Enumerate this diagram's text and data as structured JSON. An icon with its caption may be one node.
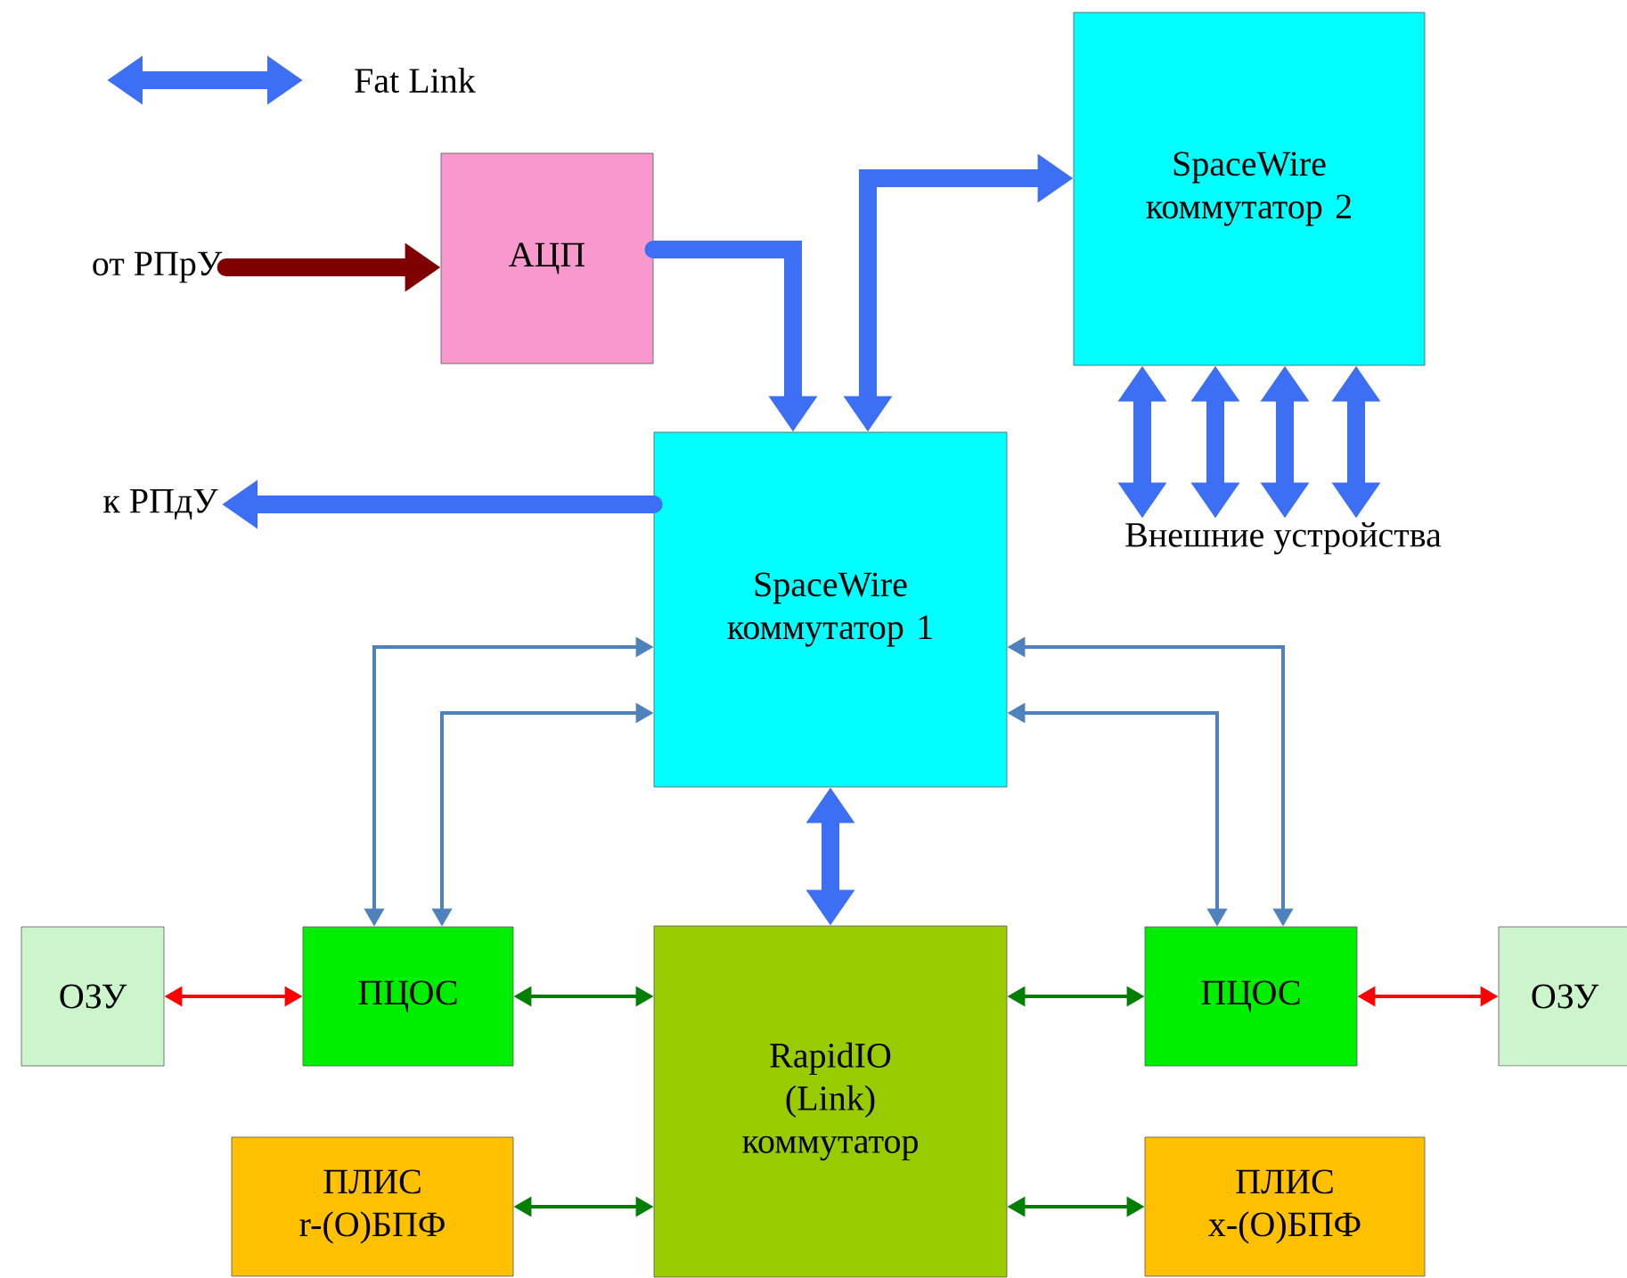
{
  "diagram": {
    "nodes": [
      {
        "text": [
          "АЦП"
        ]
      },
      {
        "text": [
          "SpaceWire коммутатор 2"
        ]
      },
      {
        "text": [
          "SpaceWire коммутатор 1"
        ]
      },
      {
        "text": [
          "ОЗУ"
        ]
      },
      {
        "text": [
          "ПЦОС"
        ]
      },
      {
        "text": [
          "RapidIO (Link) коммутатор"
        ]
      },
      {
        "text": [
          "ПЦОС"
        ]
      },
      {
        "text": [
          "ОЗУ"
        ]
      },
      {
        "text": [
          "ПЛИС r-(О)БПФ"
        ]
      },
      {
        "text": [
          "ПЛИС x-(О)БПФ"
        ]
      },
      {
        "text": [
          "от РПрУ"
        ]
      },
      {
        "text": [
          "к РПдУ"
        ]
      },
      {
        "text": [
          "Внешние устройства"
        ]
      }
    ],
    "edges": [
      {
        "from": 10,
        "to": 0,
        "arrow": "to",
        "style": "thick",
        "color": "#7f0000"
      },
      {
        "from": 0,
        "to": 2,
        "arrow": "to",
        "style": "thick"
      },
      {
        "from": 2,
        "to": 1,
        "arrow": "both",
        "style": "thick"
      },
      {
        "from": 2,
        "to": 11,
        "arrow": "to",
        "style": "thick"
      },
      {
        "from": 1,
        "to": 12,
        "arrow": "both",
        "style": "thick"
      },
      {
        "from": 1,
        "to": 12,
        "arrow": "both",
        "style": "thick"
      },
      {
        "from": 1,
        "to": 12,
        "arrow": "both",
        "style": "thick"
      },
      {
        "from": 1,
        "to": 12,
        "arrow": "both",
        "style": "thick"
      },
      {
        "from": 2,
        "to": 4,
        "arrow": "both",
        "color": "#4f81bd"
      },
      {
        "from": 2,
        "to": 4,
        "arrow": "both",
        "color": "#4f81bd"
      },
      {
        "from": 2,
        "to": 6,
        "arrow": "both",
        "color": "#4f81bd"
      },
      {
        "from": 2,
        "to": 6,
        "arrow": "both",
        "color": "#4f81bd"
      },
      {
        "from": 2,
        "to": 5,
        "arrow": "both",
        "style": "thick"
      },
      {
        "from": 3,
        "to": 4,
        "arrow": "both",
        "color": "#ff0000"
      },
      {
        "from": 4,
        "to": 5,
        "arrow": "both",
        "color": "#007f00"
      },
      {
        "from": 5,
        "to": 6,
        "arrow": "both",
        "color": "#007f00"
      },
      {
        "from": 6,
        "to": 7,
        "arrow": "both",
        "color": "#ff0000"
      },
      {
        "from": 8,
        "to": 5,
        "arrow": "both",
        "color": "#007f00"
      },
      {
        "from": 5,
        "to": 9,
        "arrow": "both",
        "color": "#007f00"
      }
    ],
    "legend": [
      {
        "text": "Fat Link"
      }
    ]
  }
}
